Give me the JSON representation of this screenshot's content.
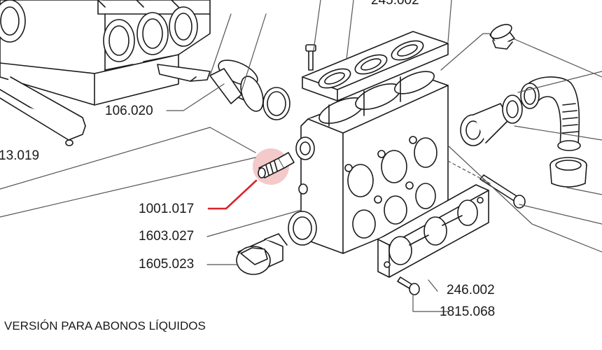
{
  "diagram": {
    "labels": {
      "top_partial": "245.002",
      "l106020": "106.020",
      "l13019": "13.019",
      "l1001017": "1001.017",
      "l1603027": "1603.027",
      "l1605023": "1605.023",
      "l246002": "246.002",
      "l1815068": "1815.068"
    },
    "caption": "VERSIÓN PARA ABONOS LÍQUIDOS",
    "highlight": {
      "part": "1001.017",
      "color": "#d9262b",
      "fill": "#f4c9c9"
    }
  }
}
